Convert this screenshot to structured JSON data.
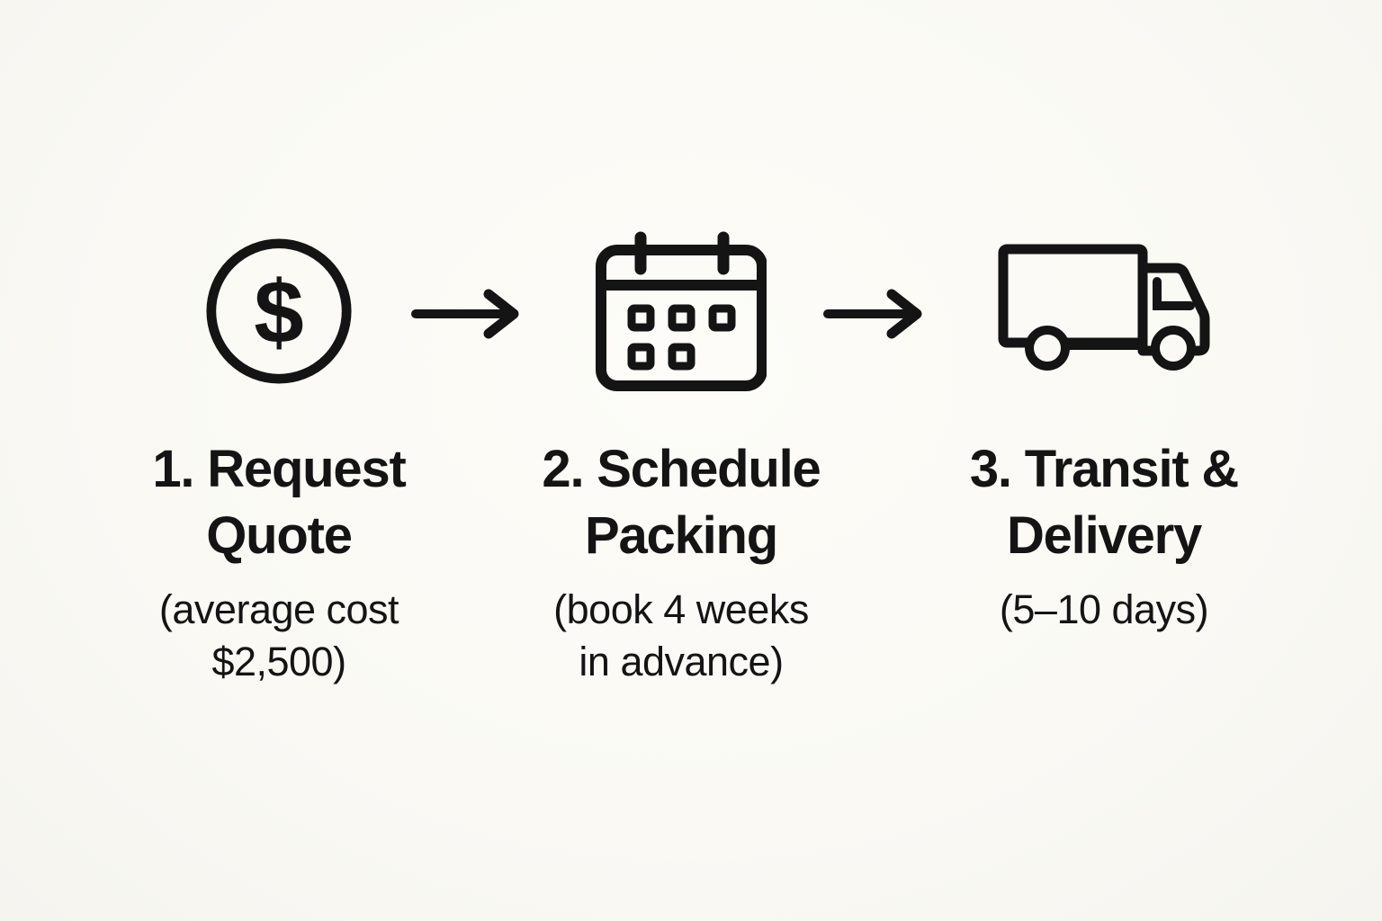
{
  "page": {
    "background_color": "#faf9f5",
    "ink_color": "#141414"
  },
  "flow": {
    "dollar_glyph": "$",
    "connector_icon": "right-arrow-icon",
    "steps": [
      {
        "icon": "dollar-circle-icon",
        "title_line1": "1. Request",
        "title_line2": "Quote",
        "subtitle_line1": "(average cost",
        "subtitle_line2": "$2,500)"
      },
      {
        "icon": "calendar-icon",
        "title_line1": "2. Schedule",
        "title_line2": "Packing",
        "subtitle_line1": "(book 4 weeks",
        "subtitle_line2": "in advance)"
      },
      {
        "icon": "truck-icon",
        "title_line1": "3. Transit &",
        "title_line2": "Delivery",
        "subtitle_line1": "(5–10 days)",
        "subtitle_line2": ""
      }
    ]
  }
}
